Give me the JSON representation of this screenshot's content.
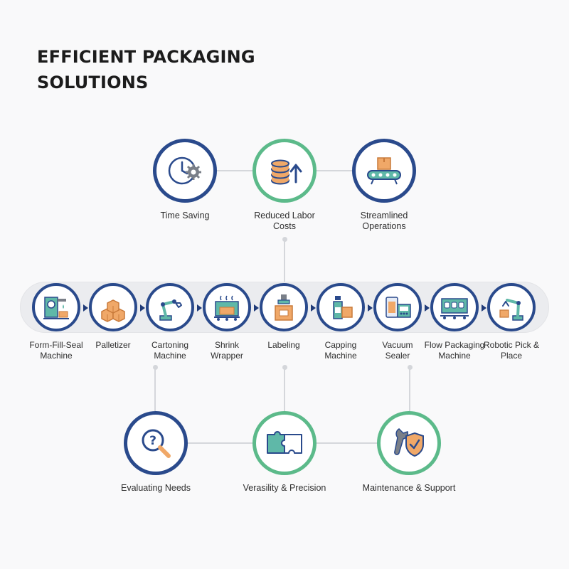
{
  "title": "EFFICIENT PACKAGING SOLUTIONS",
  "benefits": [
    {
      "label": "Time Saving",
      "icon": "clock-gear-icon",
      "ring": "#2a4a8c"
    },
    {
      "label": "Reduced Labor\nCosts",
      "icon": "coins-arrow-up-icon",
      "ring": "#5cba8a"
    },
    {
      "label": "Streamlined\nOperations",
      "icon": "conveyor-box-icon",
      "ring": "#2a4a8c"
    }
  ],
  "machines": [
    {
      "label": "Form-Fill-Seal\nMachine",
      "icon": "form-fill-seal-icon"
    },
    {
      "label": "Palletizer",
      "icon": "stacked-boxes-icon"
    },
    {
      "label": "Cartoning\nMachine",
      "icon": "robot-arm-icon"
    },
    {
      "label": "Shrink\nWrapper",
      "icon": "shrink-wrapper-icon"
    },
    {
      "label": "Labeling",
      "icon": "labeling-box-icon"
    },
    {
      "label": "Capping\nMachine",
      "icon": "bottle-box-icon"
    },
    {
      "label": "Vacuum\nSealer",
      "icon": "vacuum-sealer-icon"
    },
    {
      "label": "Flow Packaging\nMachine",
      "icon": "flow-packaging-icon"
    },
    {
      "label": "Robotic Pick &\nPlace",
      "icon": "robotic-pick-place-icon"
    }
  ],
  "considerations": [
    {
      "label": "Evaluating Needs",
      "icon": "magnifier-question-icon",
      "ring": "#2a4a8c"
    },
    {
      "label": "Verasility & Precision",
      "icon": "puzzle-icon",
      "ring": "#5cba8a"
    },
    {
      "label": "Maintenance & Support",
      "icon": "wrench-shield-icon",
      "ring": "#5cba8a"
    }
  ],
  "colors": {
    "navy": "#2a4a8c",
    "green": "#5cba8a",
    "teal": "#5fb8a8",
    "orange": "#f0a868"
  }
}
